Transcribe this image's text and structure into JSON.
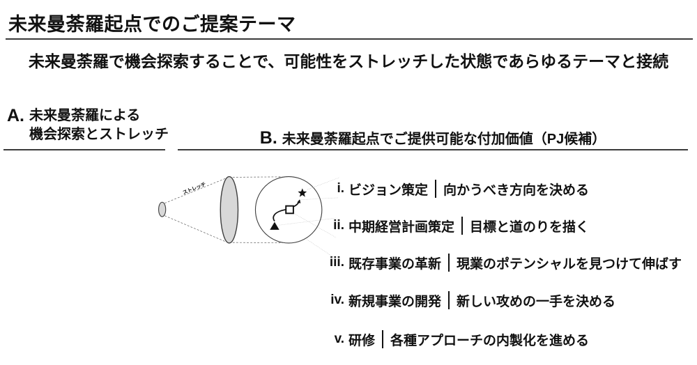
{
  "slide": {
    "title": "未来曼荼羅起点でのご提案テーマ",
    "subtitle": "未来曼荼羅で機会探索することで、可能性をストレッチした状態であらゆるテーマと接続"
  },
  "section_a": {
    "letter": "A.",
    "heading_line1": "未来曼荼羅による",
    "heading_line2": "機会探索とストレッチ"
  },
  "section_b": {
    "letter": "B.",
    "heading": "未来曼荼羅起点でご提供可能な付加価値（PJ候補）"
  },
  "diagram": {
    "stretch_label": "ストレッチ",
    "markers": [
      "star-marker",
      "square-marker",
      "triangle-marker"
    ],
    "colors": {
      "ellipse_fill": "#d8d8d8",
      "outline": "#3f3f3f",
      "marker": "#111111",
      "connector_dotted": "#aaaaaa",
      "cone_dashed": "#555555"
    }
  },
  "value_items": [
    {
      "numeral": "i.",
      "label": "ビジョン策定",
      "description": "向かうべき方向を決める"
    },
    {
      "numeral": "ii.",
      "label": "中期経営計画策定",
      "description": "目標と道のりを描く"
    },
    {
      "numeral": "iii.",
      "label": "既存事業の革新",
      "description": "現業のポテンシャルを見つけて伸ばす"
    },
    {
      "numeral": "iv.",
      "label": "新規事業の開発",
      "description": "新しい攻めの一手を決める"
    },
    {
      "numeral": "v.",
      "label": "研修",
      "description": "各種アプローチの内製化を進める"
    }
  ]
}
